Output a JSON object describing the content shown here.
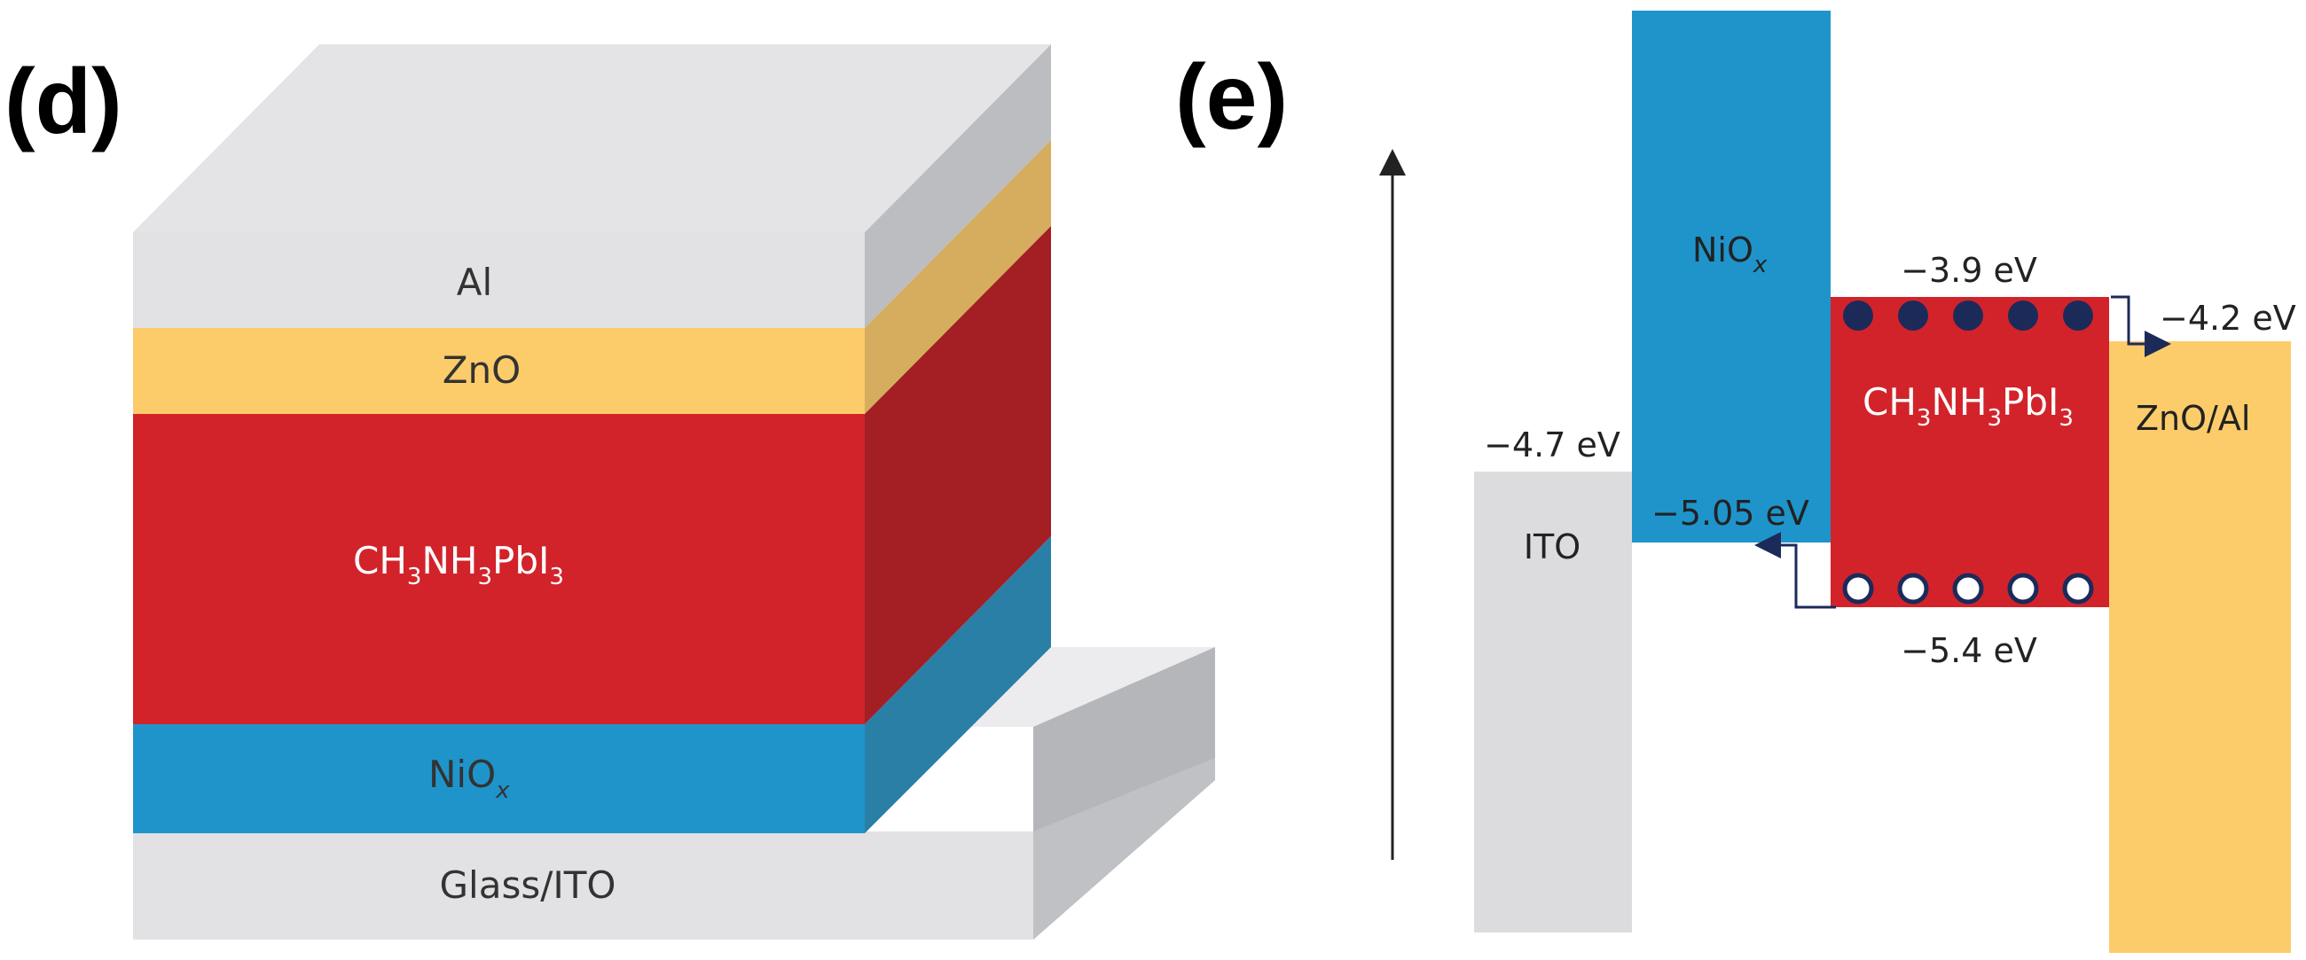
{
  "panels": {
    "d": {
      "label": "(d)",
      "layers": {
        "al": {
          "label": "Al",
          "color": "#e2e2e4"
        },
        "zno": {
          "label": "ZnO",
          "color": "#fdcc6a"
        },
        "perovskite": {
          "main": "CH",
          "sub1": "3",
          "mid": "NH",
          "sub2": "3",
          "tail": "PbI",
          "sub3": "3",
          "color": "#d2232a"
        },
        "niox": {
          "main": "NiO",
          "sub": "x",
          "color": "#1e94cb"
        },
        "substrate": {
          "label": "Glass/ITO",
          "color": "#e2e2e4"
        }
      }
    },
    "e": {
      "label": "(e)",
      "blocks": {
        "ito": {
          "label": "ITO",
          "color": "#dcdcde"
        },
        "niox": {
          "main": "NiO",
          "sub": "x",
          "color": "#1e94cb"
        },
        "perovskite": {
          "main": "CH",
          "sub1": "3",
          "mid": "NH",
          "sub2": "3",
          "tail": "PbI",
          "sub3": "3",
          "color": "#d2232a"
        },
        "zno_al": {
          "label": "ZnO/Al",
          "color": "#fdcc6a"
        }
      },
      "levels": {
        "ito": "−4.7 eV",
        "niox_vb": "−5.05 eV",
        "perov_cb": "−3.9 eV",
        "perov_vb": "−5.4 eV",
        "zno": "−4.2 eV"
      },
      "carriers": {
        "electrons": 5,
        "holes": 5,
        "electron_color": "#1c2a5a",
        "hole_color": "#ffffff"
      }
    }
  }
}
